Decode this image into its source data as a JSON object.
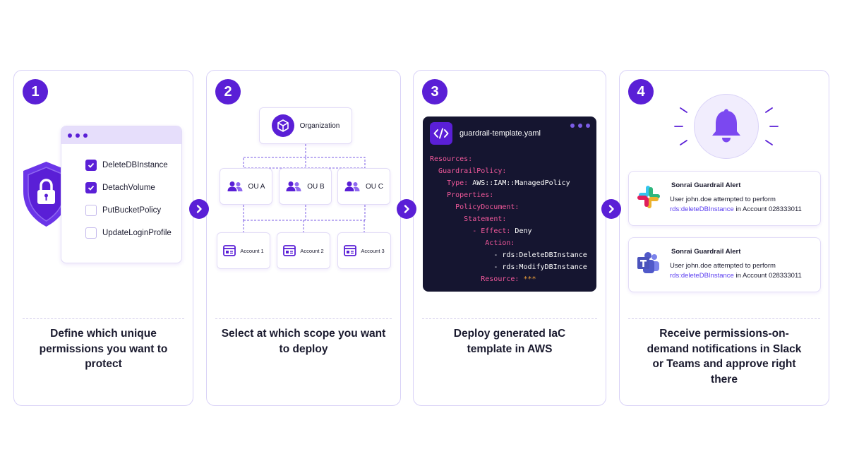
{
  "steps": [
    {
      "number": "1",
      "caption": "Define which unique permissions you want to protect"
    },
    {
      "number": "2",
      "caption": "Select at which scope you want to deploy"
    },
    {
      "number": "3",
      "caption": "Deploy generated IaC template in AWS"
    },
    {
      "number": "4",
      "caption": "Receive permissions-on-demand notifications in Slack or Teams and approve right there"
    }
  ],
  "permissions": [
    {
      "label": "DeleteDBInstance",
      "checked": true
    },
    {
      "label": "DetachVolume",
      "checked": true
    },
    {
      "label": "PutBucketPolicy",
      "checked": false
    },
    {
      "label": "UpdateLoginProfile",
      "checked": false
    }
  ],
  "hierarchy": {
    "organization": "Organization",
    "ous": [
      "OU A",
      "OU B",
      "OU C"
    ],
    "accounts": [
      "Account 1",
      "Account 2",
      "Account 3"
    ]
  },
  "template": {
    "filename": "guardrail-template.yaml",
    "lines": {
      "l1": "Resources:",
      "l2": "GuardrailPolicy:",
      "l3k": "Type:",
      "l3v": " AWS::IAM::ManagedPolicy",
      "l4": "Properties:",
      "l5": "PolicyDocument:",
      "l6": "Statement:",
      "l7k": "- Effect:",
      "l7v": " Deny",
      "l8": "Action:",
      "l9": "- rds:DeleteDBInstance",
      "l10": "- rds:ModifyDBInstance",
      "l11k": "Resource:",
      "l11v": " ***"
    }
  },
  "alerts": [
    {
      "app": "slack",
      "title": "Sonrai Guardrail Alert",
      "text": "User john.doe attempted to perform",
      "action": "rds:deleteDBInstance",
      "suffix": " in Account 028333011"
    },
    {
      "app": "teams",
      "title": "Sonrai Guardrail Alert",
      "text": "User john.doe attempted to perform",
      "action": "rds:deleteDBInstance",
      "suffix": " in Account 028333011"
    }
  ],
  "colors": {
    "accent": "#5a1fd6",
    "code_bg": "#151530",
    "code_key": "#f0589a",
    "code_value": "#f0a13a",
    "border": "#d9d2f7"
  },
  "icons": [
    "shield-lock-icon",
    "checkbox-icon",
    "cube-icon",
    "users-icon",
    "account-card-icon",
    "code-icon",
    "bell-icon",
    "slack-icon",
    "teams-icon",
    "chevron-right-icon"
  ]
}
